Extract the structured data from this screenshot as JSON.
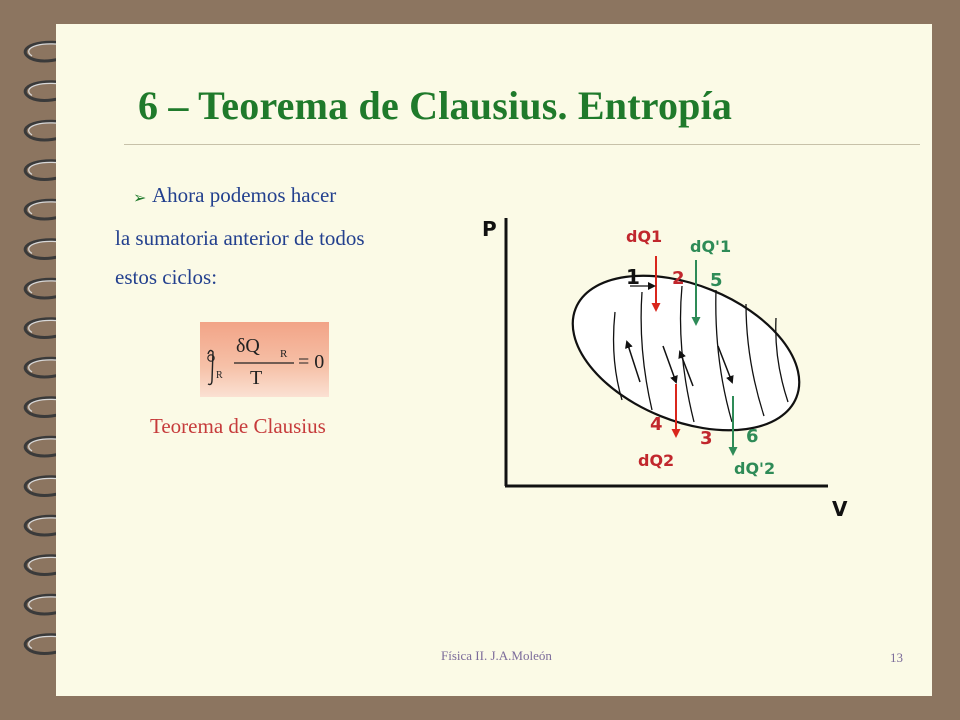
{
  "slide": {
    "title": "6 – Teorema de Clausius. Entropía",
    "bullet_line1": "Ahora podemos hacer",
    "bullet_line2": "la sumatoria anterior de todos",
    "bullet_line3": "estos ciclos:",
    "caption": "Teorema de Clausius",
    "footer": "Física II. J.A.Moleón",
    "page_number": "13"
  },
  "formula": {
    "integral_subscript": "R",
    "numerator": "δQ",
    "numerator_subscript": "R",
    "denominator": "T",
    "rhs": "= 0"
  },
  "diagram": {
    "axis_y": "P",
    "axis_x": "V",
    "dq1": "dQ1",
    "dq2": "dQ2",
    "dqp1": "dQ'1",
    "dqp2": "dQ'2",
    "p1": "1",
    "p2": "2",
    "p3": "3",
    "p4": "4",
    "p5": "5",
    "p6": "6"
  },
  "colors": {
    "title": "#1f7a2b",
    "text": "#23408e",
    "caption": "#c63b3b",
    "label_red": "#c1272d",
    "label_green": "#2e8b57"
  }
}
